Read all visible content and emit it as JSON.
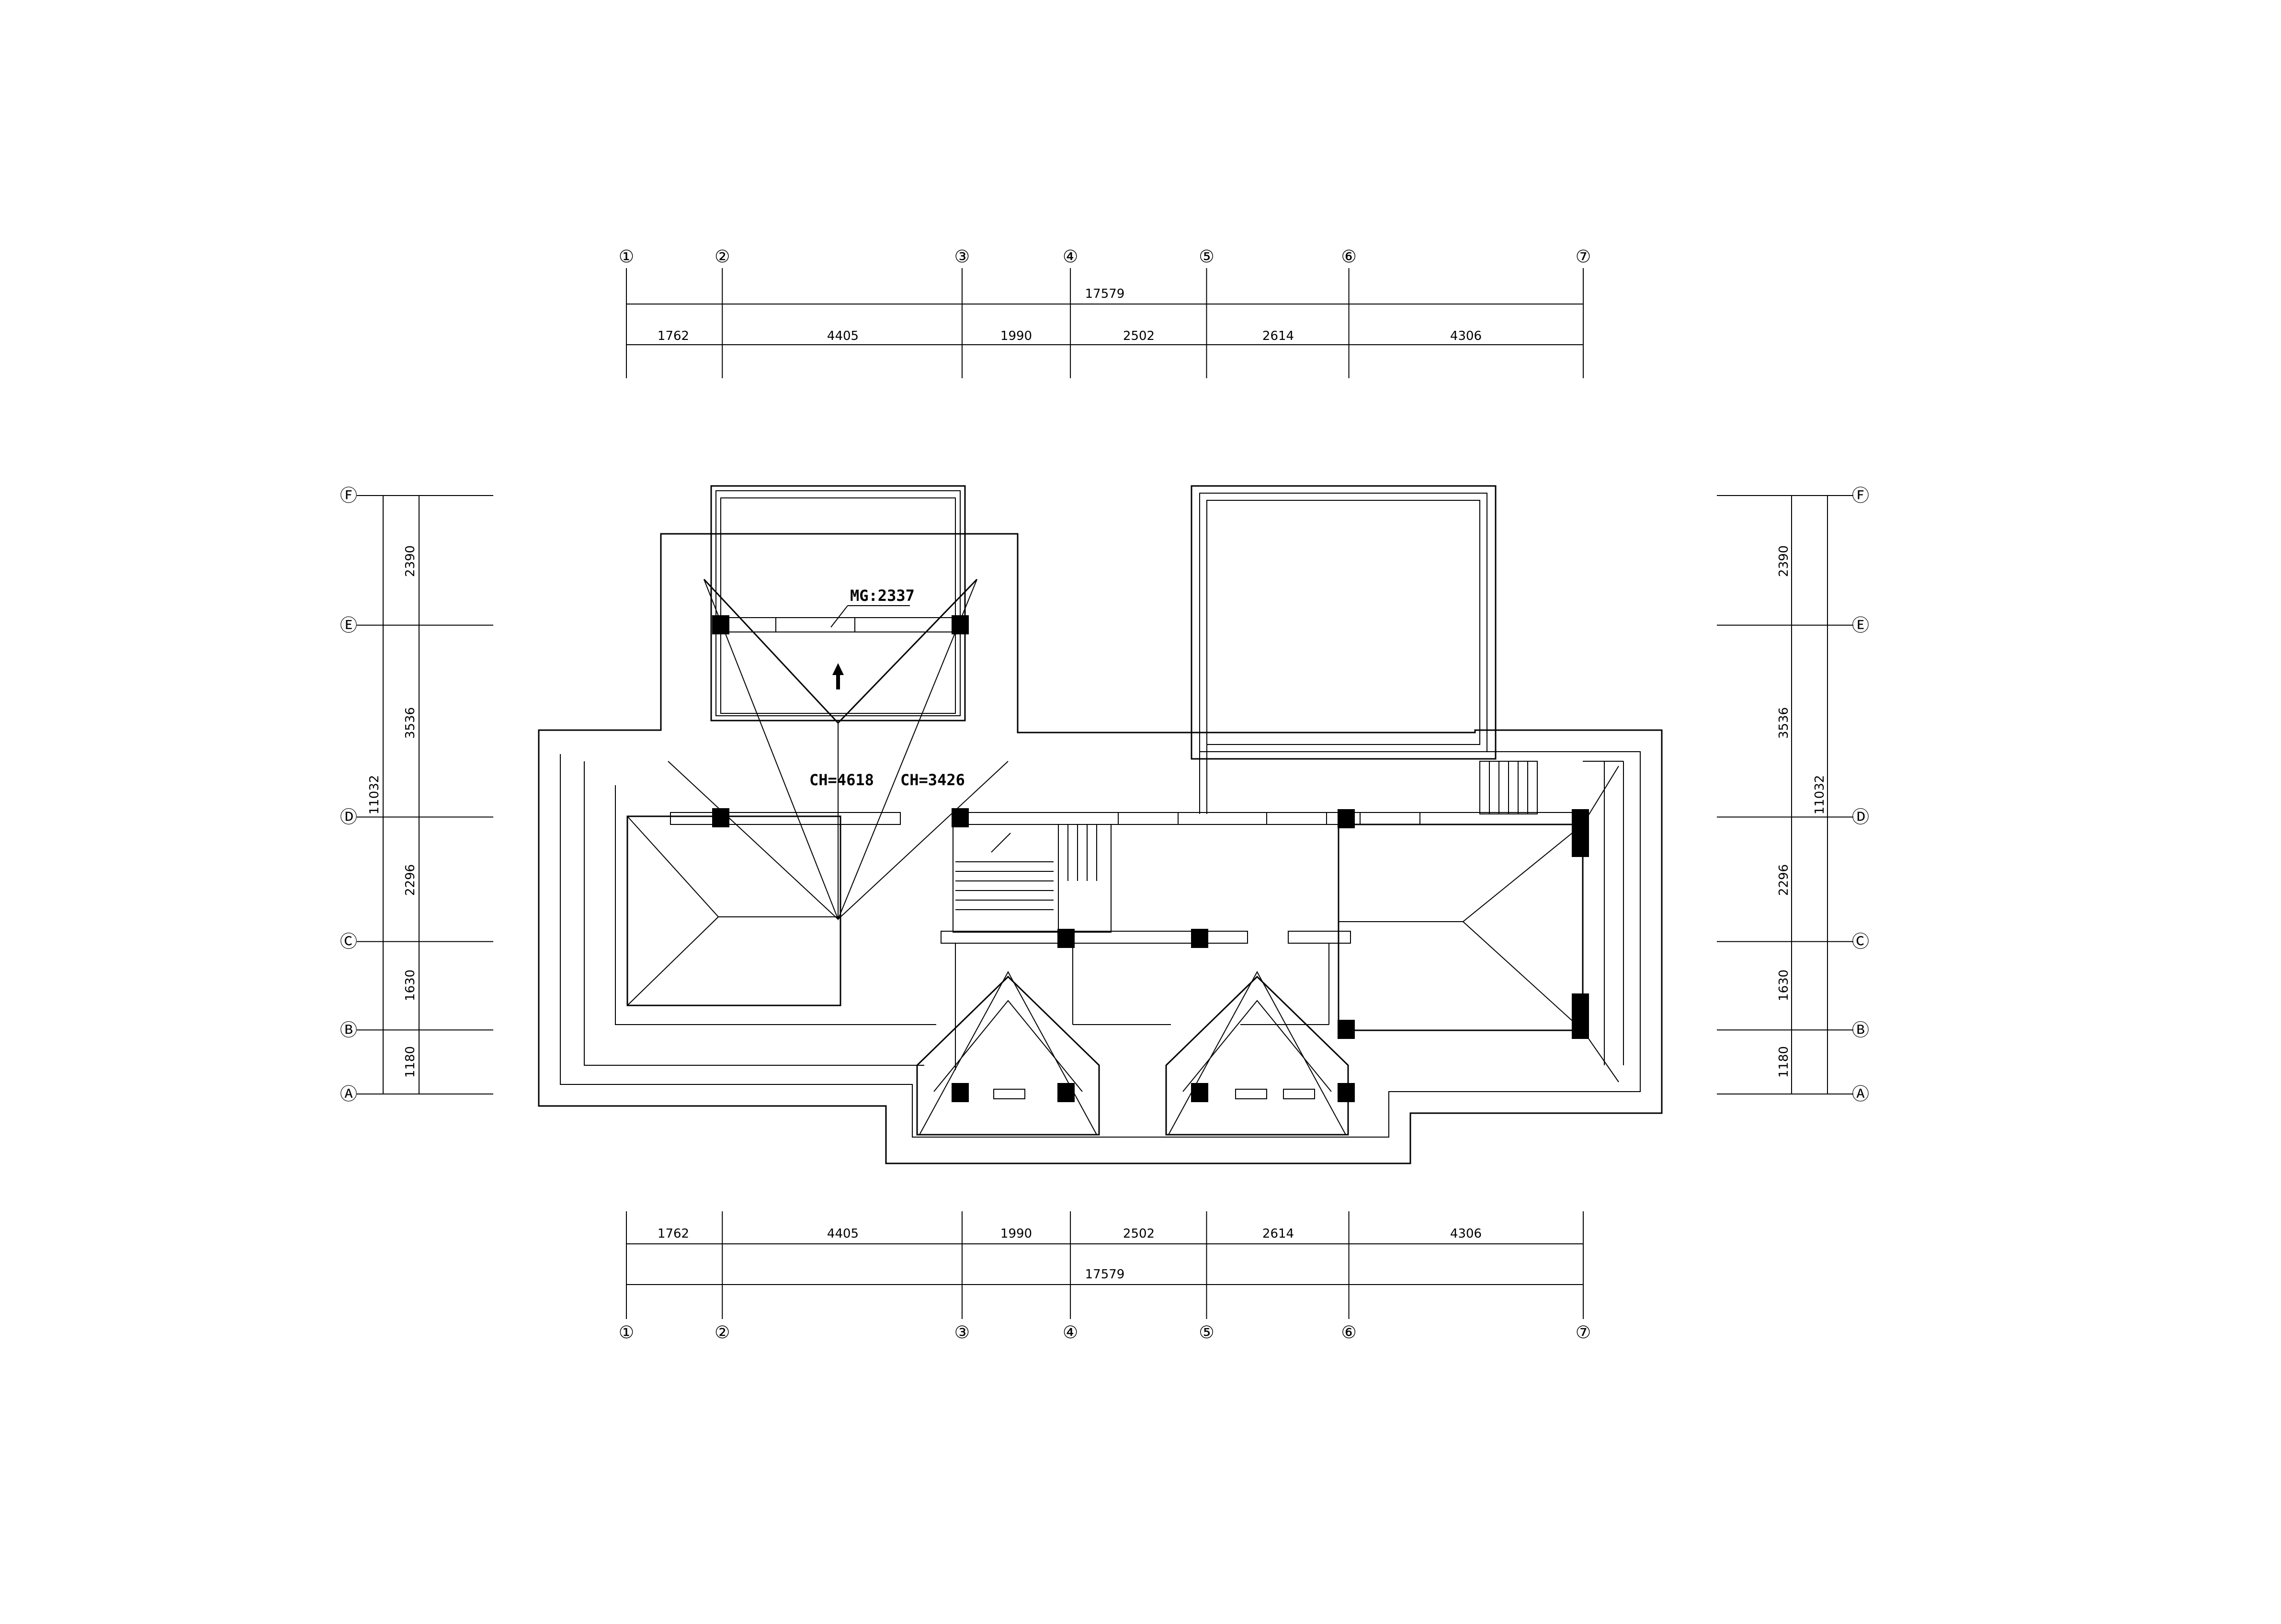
{
  "drawing": {
    "grid_x": [
      {
        "label": "①",
        "pos": 0
      },
      {
        "label": "②",
        "pos": 1762
      },
      {
        "label": "③",
        "pos": 6167
      },
      {
        "label": "④",
        "pos": 8157
      },
      {
        "label": "⑤",
        "pos": 10659
      },
      {
        "label": "⑥",
        "pos": 13273
      },
      {
        "label": "⑦",
        "pos": 17579
      }
    ],
    "grid_y": [
      {
        "label": "Ⓐ",
        "pos": 0
      },
      {
        "label": "Ⓑ",
        "pos": 1180
      },
      {
        "label": "Ⓒ",
        "pos": 2810
      },
      {
        "label": "Ⓓ",
        "pos": 5106
      },
      {
        "label": "Ⓔ",
        "pos": 8642
      },
      {
        "label": "Ⓕ",
        "pos": 11032
      }
    ],
    "dims_x": [
      "1762",
      "4405",
      "1990",
      "2502",
      "2614",
      "4306"
    ],
    "total_x": "17579",
    "dims_y": [
      "1180",
      "1630",
      "2296",
      "3536",
      "2390"
    ],
    "total_y": "11032",
    "annotations": {
      "mg": "MG:2337",
      "ch1": "CH=4618",
      "ch2": "CH=3426"
    }
  }
}
